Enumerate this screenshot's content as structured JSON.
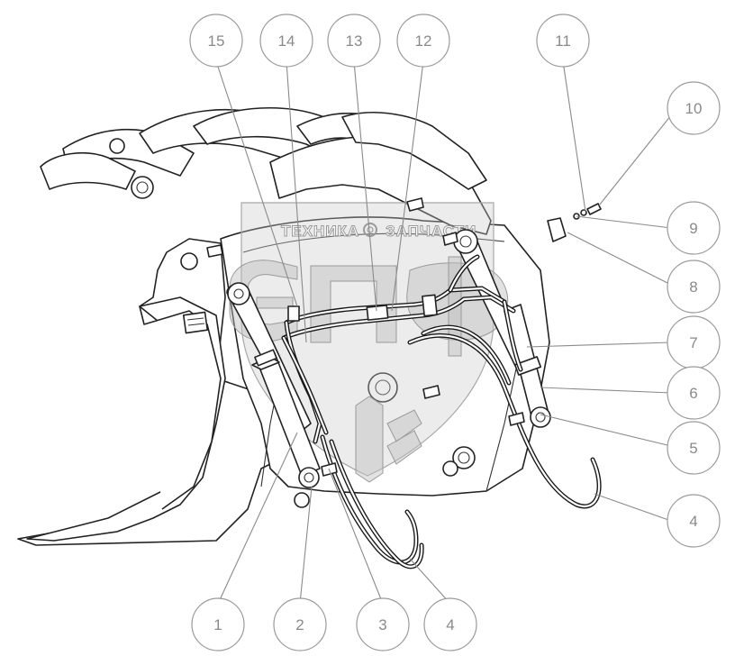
{
  "watermark": {
    "left_text": "ТЕХНИКА",
    "right_text": "ЗАПЧАСТИ"
  },
  "callouts": [
    {
      "id": "15",
      "label": "15"
    },
    {
      "id": "14",
      "label": "14"
    },
    {
      "id": "13",
      "label": "13"
    },
    {
      "id": "12",
      "label": "12"
    },
    {
      "id": "11",
      "label": "11"
    },
    {
      "id": "10",
      "label": "10"
    },
    {
      "id": "9",
      "label": "9"
    },
    {
      "id": "8",
      "label": "8"
    },
    {
      "id": "7",
      "label": "7"
    },
    {
      "id": "6",
      "label": "6"
    },
    {
      "id": "5",
      "label": "5"
    },
    {
      "id": "4a",
      "label": "4"
    },
    {
      "id": "1",
      "label": "1"
    },
    {
      "id": "2",
      "label": "2"
    },
    {
      "id": "3",
      "label": "3"
    },
    {
      "id": "4b",
      "label": "4"
    }
  ],
  "colors": {
    "line": "#222222",
    "callout": "#8a8a8a",
    "watermark": "#a8a8a8"
  }
}
